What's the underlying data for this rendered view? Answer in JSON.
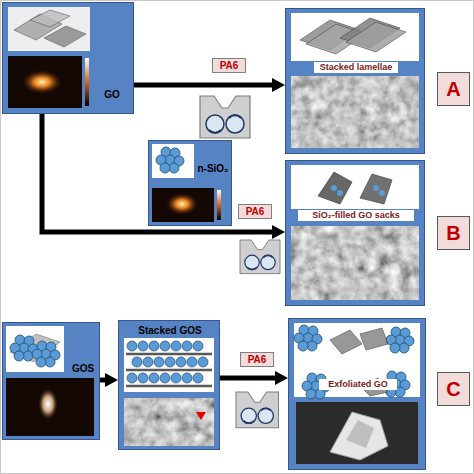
{
  "diagram": {
    "nodes": [
      {
        "text": [
          "GO"
        ]
      },
      {
        "text": [
          "n-SiO₂"
        ]
      },
      {
        "text": [
          "Stacked lamellae"
        ]
      },
      {
        "text": [
          "A"
        ]
      },
      {
        "text": [
          "SiO₂-filled GO sacks"
        ]
      },
      {
        "text": [
          "B"
        ]
      },
      {
        "text": [
          "GOS"
        ]
      },
      {
        "text": [
          "Stacked GOS"
        ]
      },
      {
        "text": [
          "Exfoliated GO"
        ]
      },
      {
        "text": [
          "C"
        ]
      }
    ],
    "edges": [
      {
        "from": 0,
        "to": 2,
        "arrow": "to",
        "label": "PA6"
      },
      {
        "from": 0,
        "to": 4,
        "arrow": "to",
        "label": "PA6"
      },
      {
        "from": 6,
        "to": 7,
        "arrow": "to"
      },
      {
        "from": 7,
        "to": 8,
        "arrow": "to",
        "label": "PA6"
      }
    ]
  }
}
